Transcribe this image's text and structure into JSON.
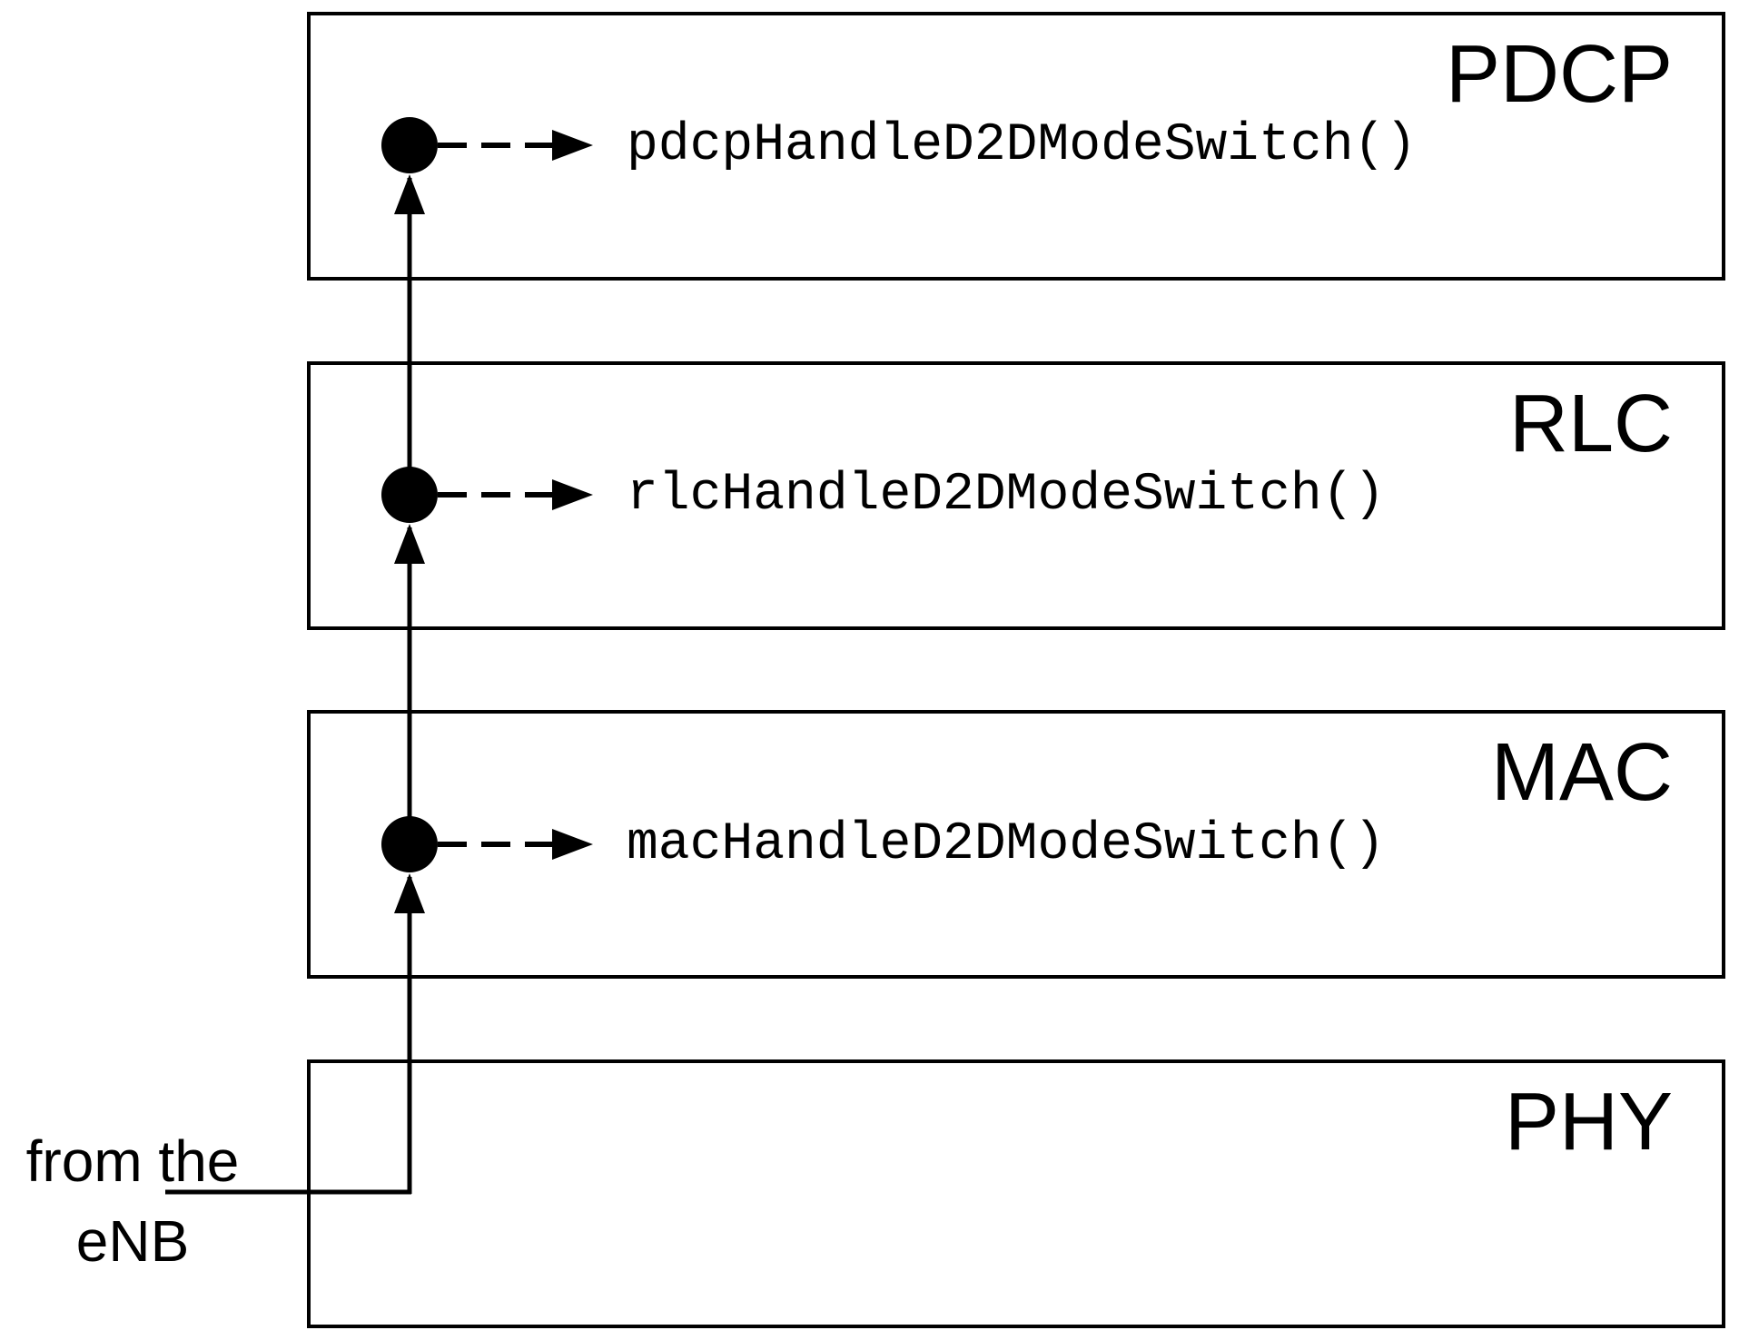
{
  "layers": [
    {
      "label": "PDCP",
      "handler": "pdcpHandleD2DModeSwitch()"
    },
    {
      "label": "RLC",
      "handler": "rlcHandleD2DModeSwitch()"
    },
    {
      "label": "MAC",
      "handler": "macHandleD2DModeSwitch()"
    },
    {
      "label": "PHY"
    }
  ],
  "annotation": {
    "line1": "from the",
    "line2": "eNB"
  },
  "colors": {
    "ink": "#000000",
    "background": "#ffffff"
  }
}
